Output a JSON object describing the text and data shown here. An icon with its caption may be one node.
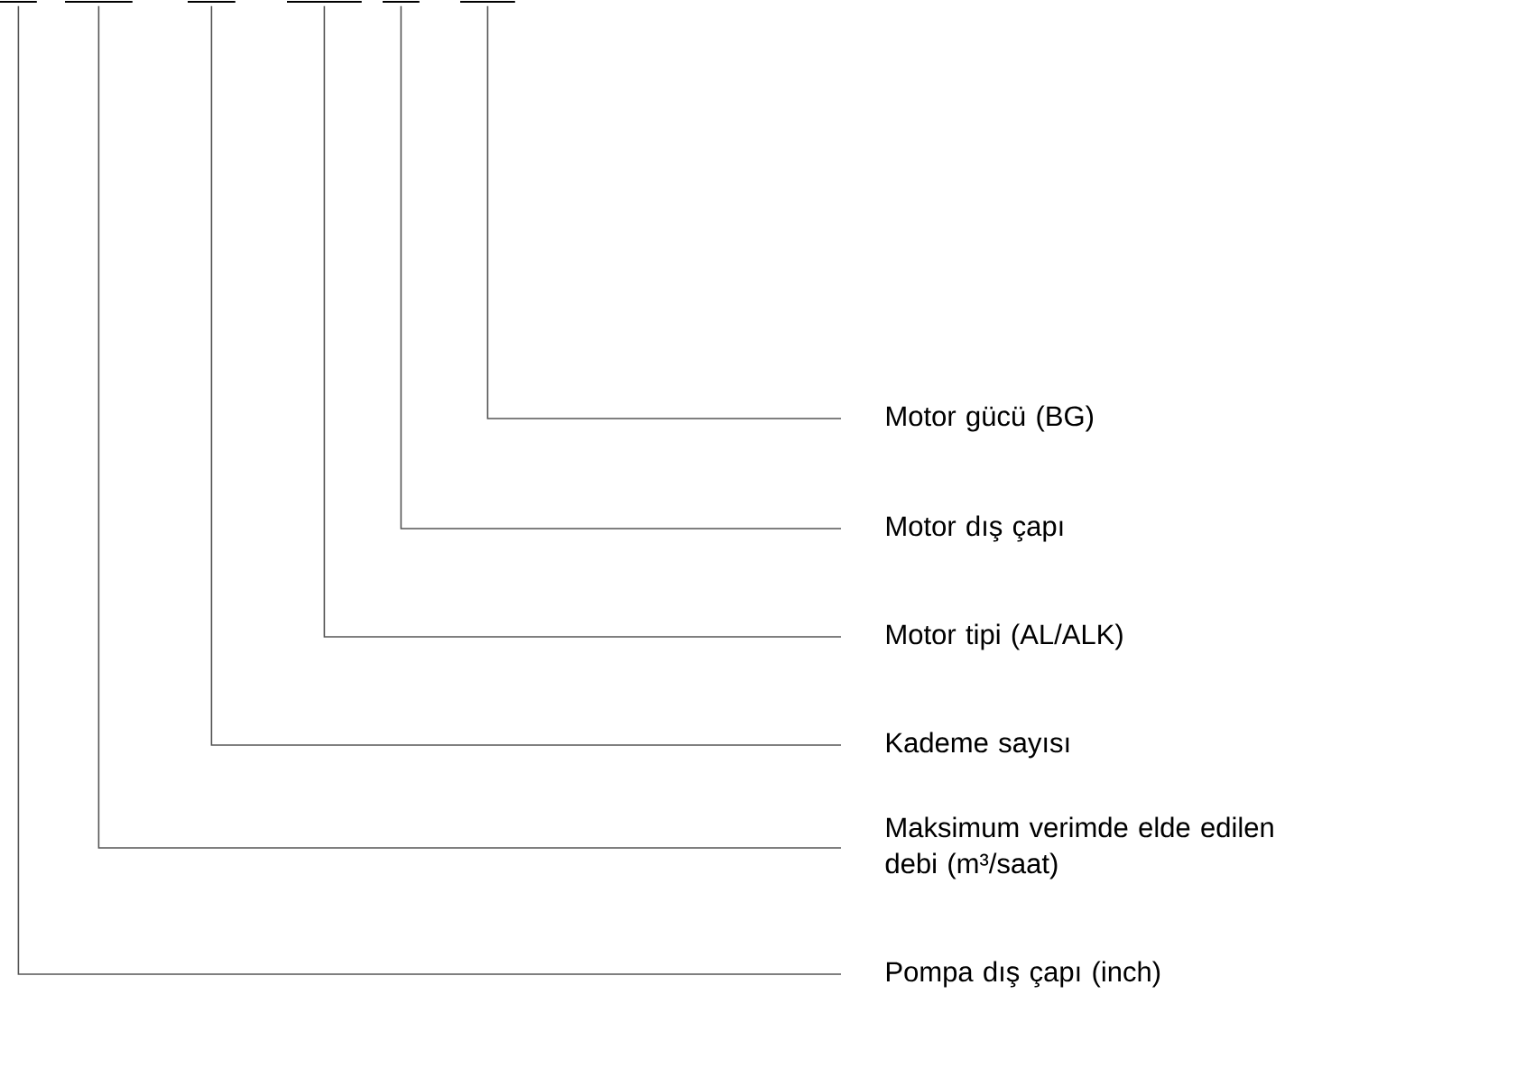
{
  "diagram": {
    "nodes": [
      {
        "text": [],
        "shape": "bar"
      },
      {
        "text": [],
        "shape": "bar"
      },
      {
        "text": [],
        "shape": "bar"
      },
      {
        "text": [],
        "shape": "bar"
      },
      {
        "text": [],
        "shape": "bar"
      },
      {
        "text": [],
        "shape": "bar"
      },
      {
        "text": [
          "Motor gücü (BG)"
        ]
      },
      {
        "text": [
          "Motor dış çapı"
        ]
      },
      {
        "text": [
          "Motor tipi (AL/ALK)"
        ]
      },
      {
        "text": [
          "Kademe sayısı"
        ]
      },
      {
        "text": [
          "Maksimum verimde elde edilen debi (m³/saat)"
        ]
      },
      {
        "text": [
          "Pompa dış çapı (inch)"
        ]
      }
    ],
    "edges": [
      {
        "from": 6,
        "to": 5,
        "arrow": "none"
      },
      {
        "from": 7,
        "to": 4,
        "arrow": "none"
      },
      {
        "from": 8,
        "to": 3,
        "arrow": "none"
      },
      {
        "from": 9,
        "to": 2,
        "arrow": "none"
      },
      {
        "from": 10,
        "to": 1,
        "arrow": "none"
      },
      {
        "from": 11,
        "to": 0,
        "arrow": "none"
      }
    ]
  }
}
